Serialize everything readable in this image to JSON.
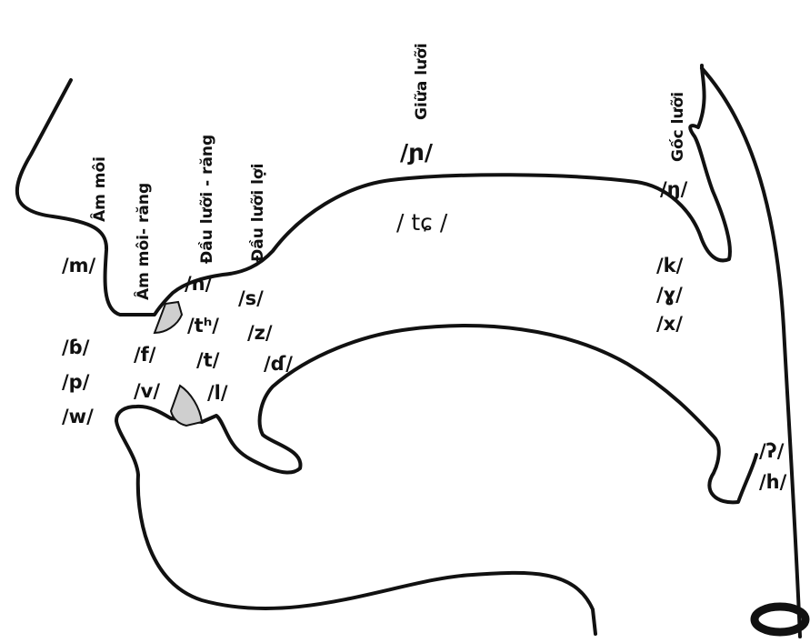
{
  "diagram": {
    "colors": {
      "stroke": "#111111",
      "tooth": "#cfcfcf"
    },
    "place_labels": {
      "am_moi": "Âm môi",
      "am_moi_rang": "Âm môi- răng",
      "dau_luoi_rang": "Đầu lưỡi - răng",
      "dau_luoi_loi": "Đầu lưỡi lợi",
      "giua_luoi": "Giữa lưỡi",
      "goc_luoi": "Gốc lưỡi"
    },
    "phonemes": {
      "m": "/m/",
      "b_implosive": "/ɓ/",
      "p": "/p/",
      "w": "/w/",
      "f": "/f/",
      "v": "/v/",
      "n": "/n/",
      "th": "/tʰ/",
      "t": "/t/",
      "l": "/l/",
      "s": "/s/",
      "z": "/z/",
      "d_implosive": "/ɗ/",
      "palatal_nasal": "/ɲ/",
      "tc": "/ tɕ /",
      "velar_nasal": "/ŋ/",
      "k": "/k/",
      "gamma": "/ɣ/",
      "x": "/x/",
      "glottal_stop": "/ʔ/",
      "h": "/h/"
    }
  }
}
